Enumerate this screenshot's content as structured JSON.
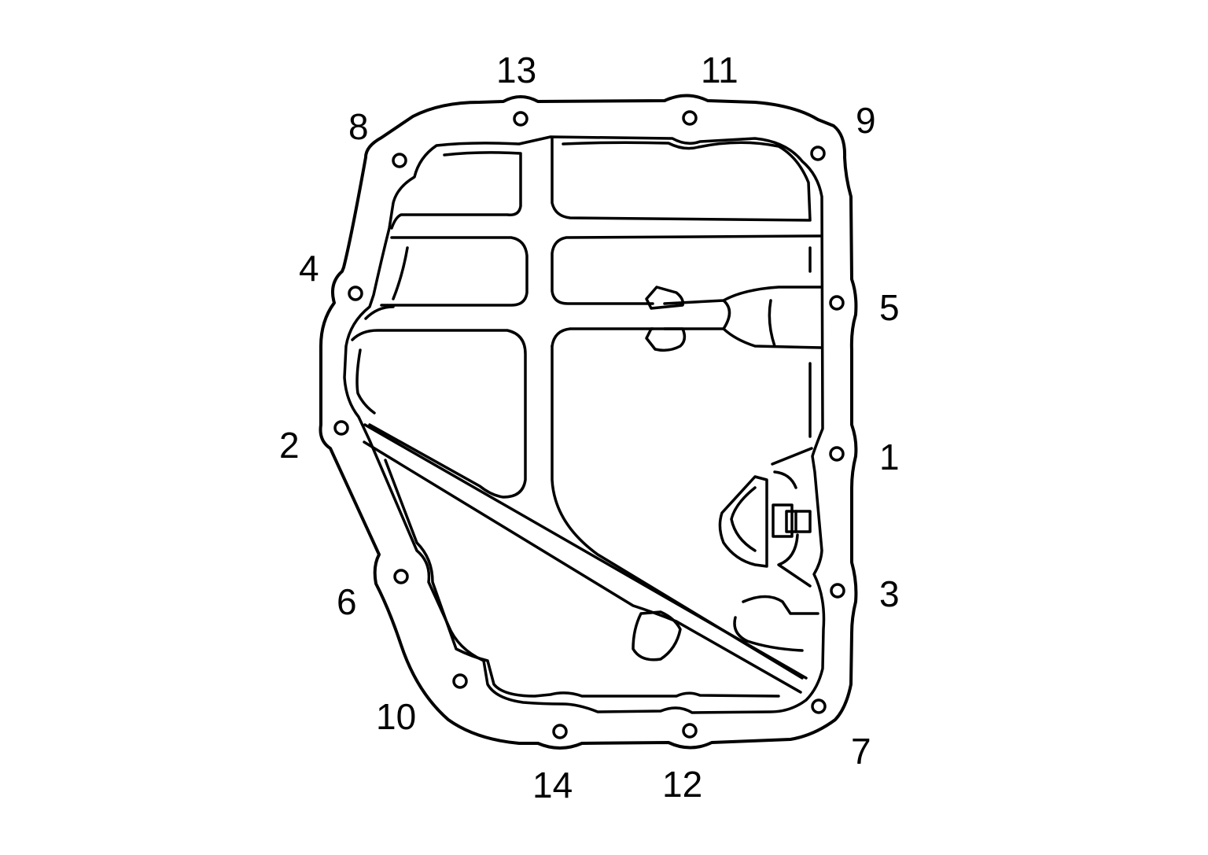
{
  "diagram": {
    "type": "bolt-tightening-sequence",
    "colors": {
      "line": "#000000",
      "background": "#ffffff"
    },
    "bolt_labels": [
      "1",
      "2",
      "3",
      "4",
      "5",
      "6",
      "7",
      "8",
      "9",
      "10",
      "11",
      "12",
      "13",
      "14"
    ]
  }
}
